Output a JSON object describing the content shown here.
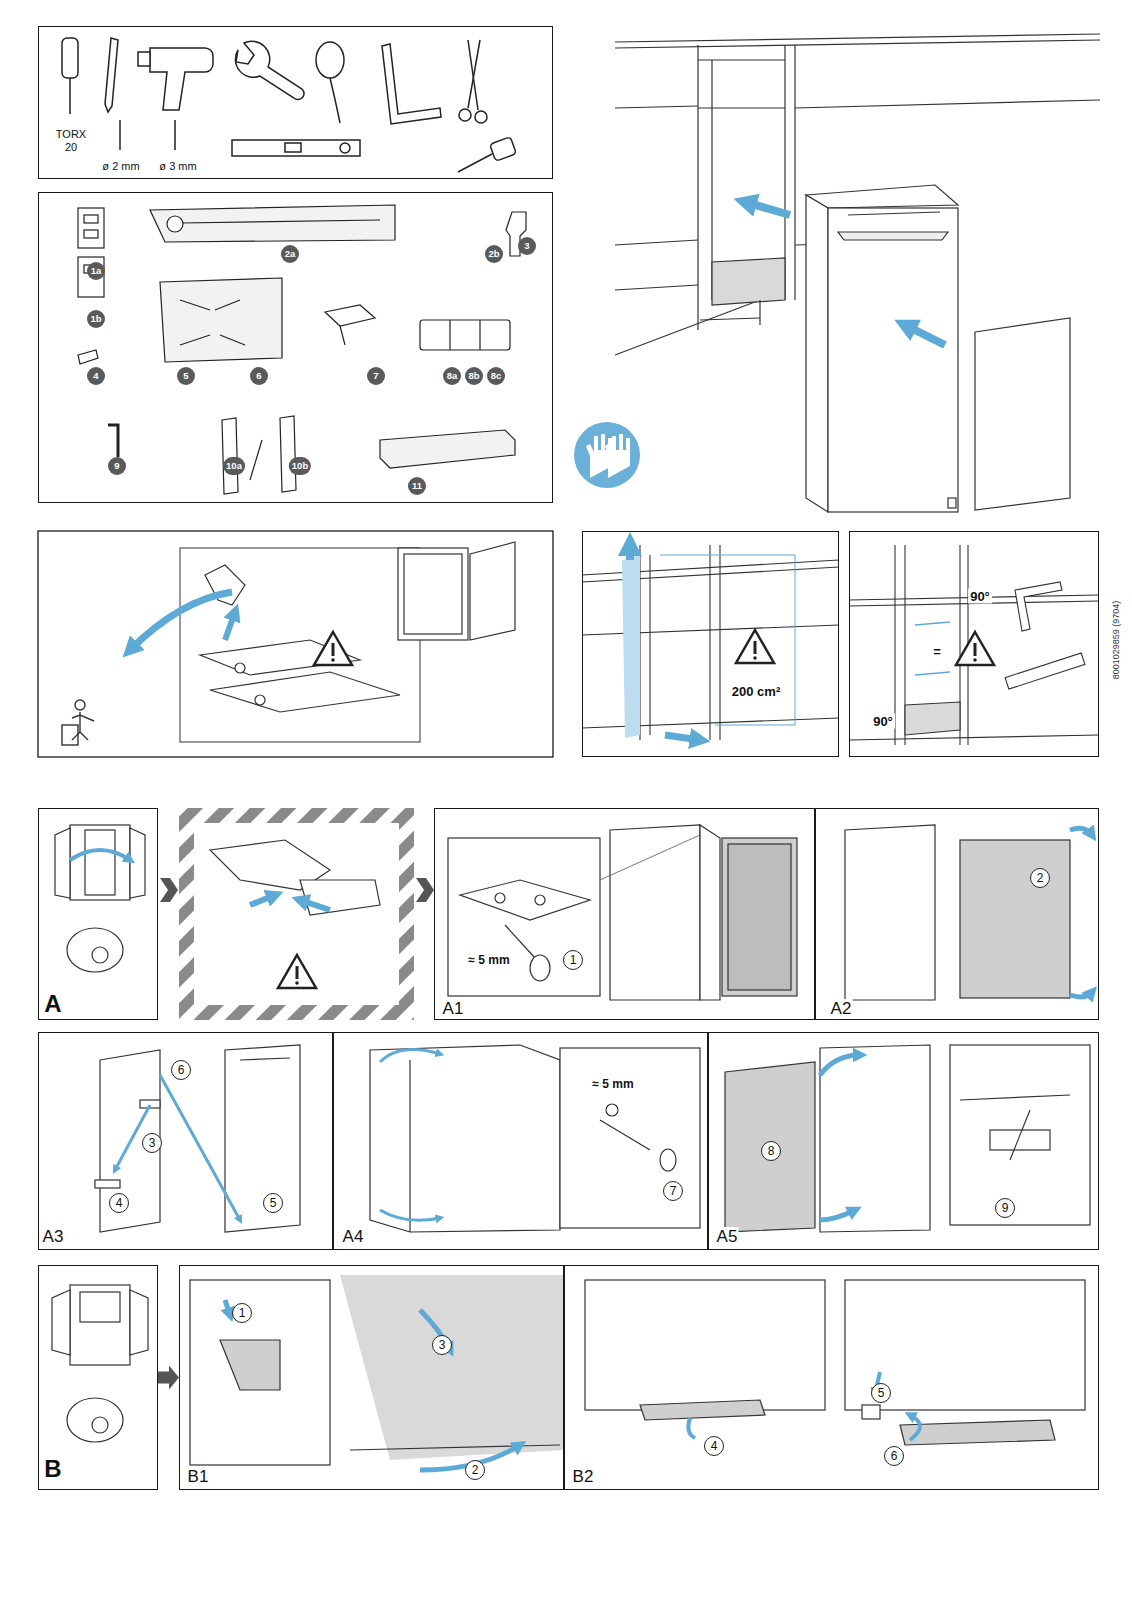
{
  "diagram": {
    "nodes": [
      {
        "text": [
          "TORX 20",
          "ø 2 mm",
          "ø 3 mm"
        ]
      },
      {
        "text": [
          "1a",
          "2a",
          "2b",
          "3",
          "1b",
          "4",
          "5",
          "6",
          "7",
          "8a",
          "8b",
          "8c",
          "9",
          "10a",
          "10b",
          "11"
        ]
      },
      {
        "text": [
          "200 cm²"
        ]
      },
      {
        "text": [
          "90°",
          "=",
          "90°"
        ]
      },
      {
        "text": [
          "A"
        ]
      },
      {
        "text": [
          "≈ 5 mm",
          "1",
          "A1"
        ]
      },
      {
        "text": [
          "2",
          "A2"
        ]
      },
      {
        "text": [
          "6",
          "3",
          "4",
          "5",
          "A3"
        ]
      },
      {
        "text": [
          "≈ 5 mm",
          "7",
          "A4"
        ]
      },
      {
        "text": [
          "8",
          "9",
          "A5"
        ]
      },
      {
        "text": [
          "B"
        ]
      },
      {
        "text": [
          "1",
          "3",
          "2",
          "B1"
        ]
      },
      {
        "text": [
          "4",
          "5",
          "6",
          "B2"
        ]
      }
    ],
    "edges": [
      {
        "from": 10,
        "to": 11,
        "arrow": "to"
      }
    ],
    "labels": [
      "8001029859 (9704)"
    ]
  }
}
